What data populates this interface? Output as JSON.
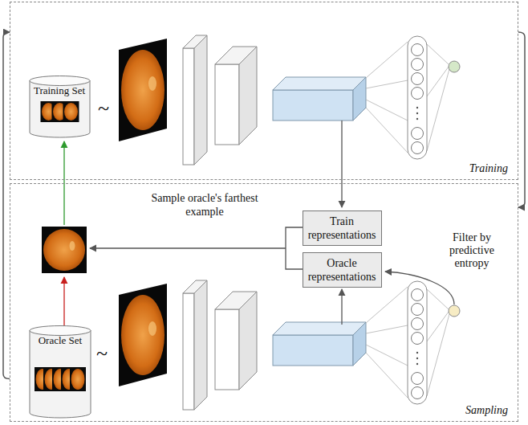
{
  "diagram": {
    "nodes": [
      {
        "text": [
          "Training"
        ]
      },
      {
        "text": [
          "Training Set"
        ],
        "in": 0
      },
      {
        "text": [
          "Sampling"
        ]
      },
      {
        "text": [
          "Train representations"
        ],
        "in": 2
      },
      {
        "text": [
          "Oracle representations"
        ],
        "in": 2
      },
      {
        "text": [
          "Oracle Set"
        ],
        "in": 2
      }
    ],
    "edges": [
      {
        "from": 2,
        "to": 0,
        "arrow": "to"
      },
      {
        "from": 0,
        "to": 2,
        "arrow": "to"
      }
    ],
    "labels": [
      "~",
      "~",
      "Sample oracle's farthest example",
      "Filter by predictive entropy"
    ]
  }
}
